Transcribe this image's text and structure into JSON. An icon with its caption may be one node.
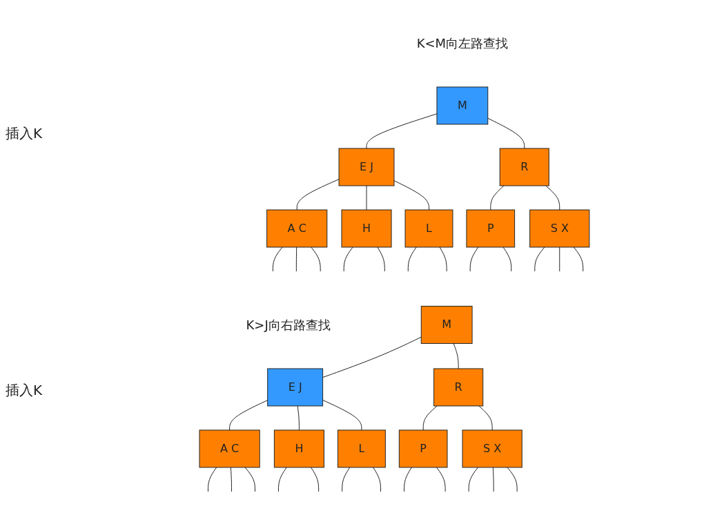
{
  "diagram": {
    "nodes": [
      {
        "text": [
          "M"
        ],
        "beside": [
          "K<M向左路查找"
        ]
      },
      {
        "text": [
          "E J"
        ]
      },
      {
        "text": [
          "R"
        ]
      },
      {
        "text": [
          "A C"
        ]
      },
      {
        "text": [
          "H"
        ]
      },
      {
        "text": [
          "L"
        ]
      },
      {
        "text": [
          "P"
        ]
      },
      {
        "text": [
          "S X"
        ]
      },
      {
        "text": [
          "M"
        ]
      },
      {
        "text": [
          "E J"
        ],
        "beside": [
          "K>J向右路查找"
        ]
      },
      {
        "text": [
          "R"
        ]
      },
      {
        "text": [
          "A C"
        ]
      },
      {
        "text": [
          "H"
        ]
      },
      {
        "text": [
          "L"
        ]
      },
      {
        "text": [
          "P"
        ]
      },
      {
        "text": [
          "S X"
        ]
      }
    ],
    "edges": [
      {
        "from": 0,
        "to": 1,
        "arrow": "none"
      },
      {
        "from": 0,
        "to": 2,
        "arrow": "none"
      },
      {
        "from": 1,
        "to": 3,
        "arrow": "none"
      },
      {
        "from": 1,
        "to": 4,
        "arrow": "none"
      },
      {
        "from": 1,
        "to": 5,
        "arrow": "none"
      },
      {
        "from": 2,
        "to": 6,
        "arrow": "none"
      },
      {
        "from": 2,
        "to": 7,
        "arrow": "none"
      },
      {
        "from": 3,
        "to": null,
        "arrow": "none"
      },
      {
        "from": 3,
        "to": null,
        "arrow": "none"
      },
      {
        "from": 3,
        "to": null,
        "arrow": "none"
      },
      {
        "from": 4,
        "to": null,
        "arrow": "none"
      },
      {
        "from": 4,
        "to": null,
        "arrow": "none"
      },
      {
        "from": 5,
        "to": null,
        "arrow": "none"
      },
      {
        "from": 5,
        "to": null,
        "arrow": "none"
      },
      {
        "from": 6,
        "to": null,
        "arrow": "none"
      },
      {
        "from": 6,
        "to": null,
        "arrow": "none"
      },
      {
        "from": 7,
        "to": null,
        "arrow": "none"
      },
      {
        "from": 7,
        "to": null,
        "arrow": "none"
      },
      {
        "from": 7,
        "to": null,
        "arrow": "none"
      },
      {
        "from": 8,
        "to": 9,
        "arrow": "none"
      },
      {
        "from": 8,
        "to": 10,
        "arrow": "none"
      },
      {
        "from": 9,
        "to": 11,
        "arrow": "none"
      },
      {
        "from": 9,
        "to": 12,
        "arrow": "none"
      },
      {
        "from": 9,
        "to": 13,
        "arrow": "none"
      },
      {
        "from": 10,
        "to": 14,
        "arrow": "none"
      },
      {
        "from": 10,
        "to": 15,
        "arrow": "none"
      },
      {
        "from": 11,
        "to": null,
        "arrow": "none"
      },
      {
        "from": 11,
        "to": null,
        "arrow": "none"
      },
      {
        "from": 11,
        "to": null,
        "arrow": "none"
      },
      {
        "from": 12,
        "to": null,
        "arrow": "none"
      },
      {
        "from": 12,
        "to": null,
        "arrow": "none"
      },
      {
        "from": 13,
        "to": null,
        "arrow": "none"
      },
      {
        "from": 13,
        "to": null,
        "arrow": "none"
      },
      {
        "from": 14,
        "to": null,
        "arrow": "none"
      },
      {
        "from": 14,
        "to": null,
        "arrow": "none"
      },
      {
        "from": 15,
        "to": null,
        "arrow": "none"
      },
      {
        "from": 15,
        "to": null,
        "arrow": "none"
      },
      {
        "from": 15,
        "to": null,
        "arrow": "none"
      }
    ],
    "labels": [
      "插入K",
      "插入K"
    ]
  }
}
